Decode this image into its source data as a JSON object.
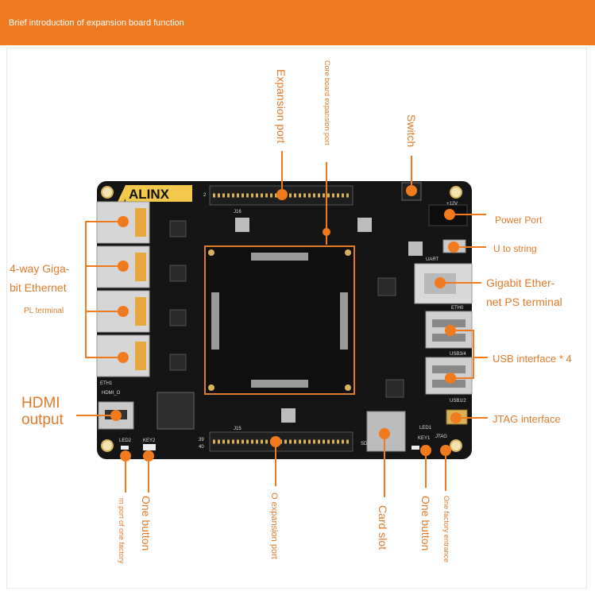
{
  "header": {
    "title": "Brief introduction of expansion board function"
  },
  "colors": {
    "accent": "#ee7a21",
    "label": "#e17a2a",
    "board": "#151515",
    "gold": "#d8b25a"
  },
  "board": {
    "brand": "ALINX",
    "silkscreen": {
      "j16": "J16",
      "j15": "J15",
      "pin2": "2",
      "pin39": "39",
      "pin40": "40",
      "eth1": "ETH1",
      "eth0": "ETH0",
      "hdmi_o": "HDMI_O",
      "uart": "UART",
      "usb34": "USB3/4",
      "usb12": "USB1/2",
      "led1": "LED1",
      "led2": "LED2",
      "key1": "KEY1",
      "key2": "KEY2",
      "jtag": "JTAG",
      "v12": "+12V",
      "sd": "SD"
    }
  },
  "labels": {
    "expansion_port_top": "Expansion port",
    "core_board_expansion_port": "Core board expansion port",
    "switch": "Switch",
    "power_port": "Power Port",
    "u_to_string": "U to string",
    "gigabit_ethernet_ps_line1": "Gigabit Ether-",
    "gigabit_ethernet_ps_line2": "net PS terminal",
    "usb_interface": "USB interface * 4",
    "jtag_interface": "JTAG interface",
    "ethernet_line1": "4-way Giga-",
    "ethernet_line2": "bit Ethernet",
    "pl_terminal": "PL terminal",
    "hdmi_line1": "HDMI",
    "hdmi_line2": "output",
    "led_port": "m port of one factory",
    "one_button_left": "One button",
    "io_expansion_port": "O expansion port",
    "card_slot": "Card slot",
    "one_button_right": "One button",
    "factory_entrance": "One factory entrance"
  }
}
